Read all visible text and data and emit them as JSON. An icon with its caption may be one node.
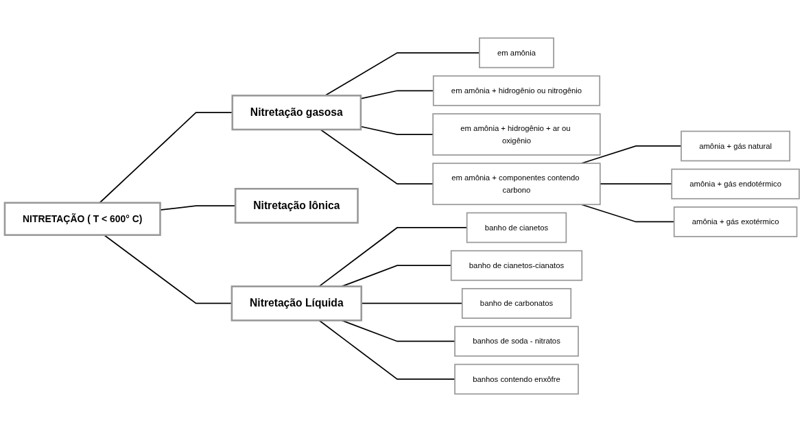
{
  "diagram": {
    "nodes": [
      {
        "text": [
          "NITRETAÇÃO ( T < 600° C)"
        ]
      },
      {
        "text": [
          "Nitretação gasosa"
        ]
      },
      {
        "text": [
          "Nitretação Líquida"
        ]
      },
      {
        "text": [
          "Nitretação Iônica"
        ]
      },
      {
        "text": [
          "em amônia"
        ]
      },
      {
        "text": [
          "em amônia + hidrogênio ou nitrogênio"
        ]
      },
      {
        "text": [
          "em amônia + hidrogênio + ar ou oxigênio"
        ]
      },
      {
        "text": [
          "em amônia + componentes contendo carbono"
        ]
      },
      {
        "text": [
          "amônia + gás natural"
        ]
      },
      {
        "text": [
          "amônia + gás endotérmico"
        ]
      },
      {
        "text": [
          "amônia + gás exotérmico"
        ]
      },
      {
        "text": [
          "banho de cianetos"
        ]
      },
      {
        "text": [
          "banho de cianetos-cianatos"
        ]
      },
      {
        "text": [
          "banho de carbonatos"
        ]
      },
      {
        "text": [
          "banhos de soda - nitratos"
        ]
      },
      {
        "text": [
          "banhos contendo enxôfre"
        ]
      }
    ],
    "edges": [
      {
        "from": 0,
        "to": 1,
        "arrow": "none"
      },
      {
        "from": 0,
        "to": 2,
        "arrow": "none"
      },
      {
        "from": 0,
        "to": 3,
        "arrow": "none"
      },
      {
        "from": 1,
        "to": 4,
        "arrow": "none"
      },
      {
        "from": 1,
        "to": 5,
        "arrow": "none"
      },
      {
        "from": 1,
        "to": 6,
        "arrow": "none"
      },
      {
        "from": 1,
        "to": 7,
        "arrow": "none"
      },
      {
        "from": 7,
        "to": 8,
        "arrow": "none"
      },
      {
        "from": 7,
        "to": 9,
        "arrow": "none"
      },
      {
        "from": 7,
        "to": 10,
        "arrow": "none"
      },
      {
        "from": 2,
        "to": 11,
        "arrow": "none"
      },
      {
        "from": 2,
        "to": 12,
        "arrow": "none"
      },
      {
        "from": 2,
        "to": 13,
        "arrow": "none"
      },
      {
        "from": 2,
        "to": 14,
        "arrow": "none"
      },
      {
        "from": 2,
        "to": 15,
        "arrow": "none"
      }
    ]
  }
}
